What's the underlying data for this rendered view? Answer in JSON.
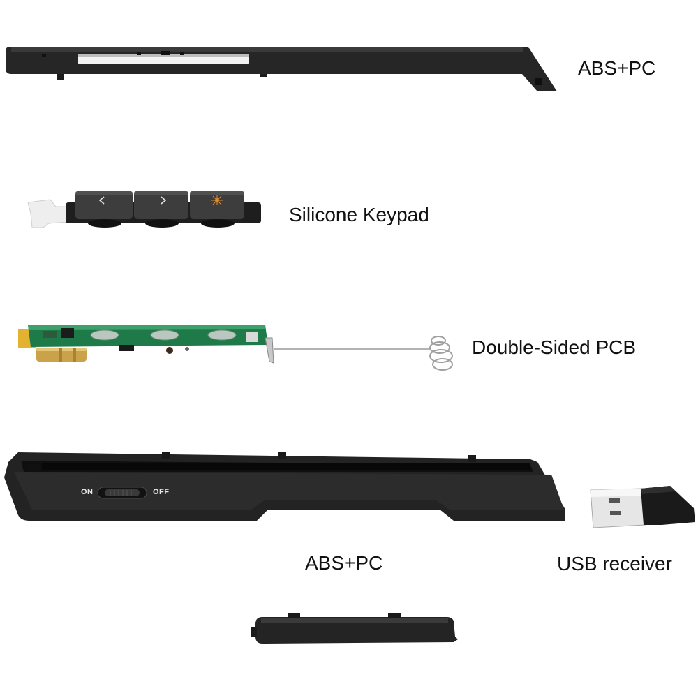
{
  "labels": {
    "top_cover": "ABS+PC",
    "keypad": "Silicone Keypad",
    "pcb": "Double-Sided PCB",
    "bottom_case": "ABS+PC",
    "usb": "USB receiver"
  },
  "switch": {
    "on": "ON",
    "off": "OFF"
  },
  "icons": {
    "key_left": "chevron-left-icon",
    "key_right": "chevron-right-icon",
    "key_laser": "laser-star-icon"
  },
  "colors": {
    "plastic": "#2a2a2a",
    "plastic_dark": "#151515",
    "pcb_green": "#1f7a4a",
    "laser_orange": "#e08a30",
    "brass": "#c9a24a",
    "metal": "#c8c8c8"
  }
}
